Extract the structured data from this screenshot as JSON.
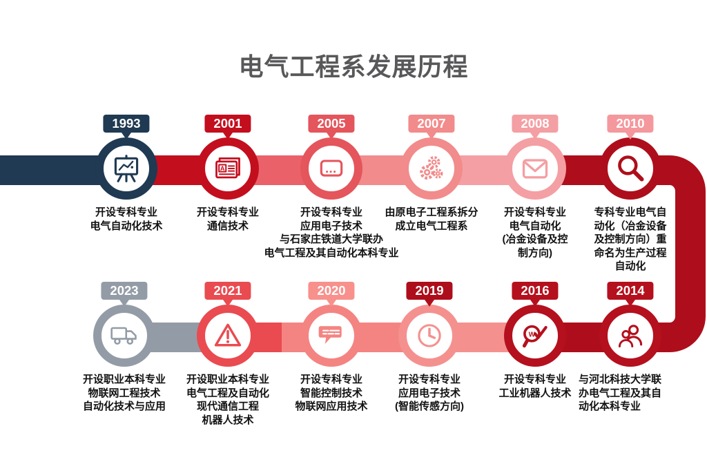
{
  "title": "电气工程系发展历程",
  "palette": {
    "navy": "#1f3a52",
    "red": "#c30e1e",
    "red_mid": "#eb6169",
    "red_2005": "#e4555c",
    "salmon": "#f28b8b",
    "pink": "#f49fa3",
    "dark_red": "#ae0e1b",
    "gray": "#939ca6",
    "red_2021": "#e94b50",
    "salmon_2020": "#f48481",
    "salmon_2019": "#f4918f",
    "title_color": "#58585a"
  },
  "band": {
    "top": [
      "#1f3a52",
      "#c30e1e",
      "#eb6169",
      "#f28b8b",
      "#f49fa3",
      "#ae0e1b"
    ],
    "bottom": [
      "#939ca6",
      "#e94b50",
      "#f48481",
      "#f4918f",
      "#ae0e1b"
    ],
    "connector": "#ae0e1b"
  },
  "timeline": {
    "top": [
      {
        "year": "1993",
        "icon": "presentation-board-icon",
        "badge_color": "#1f3a52",
        "circle_color": "#1f3a52",
        "desc": "开设专科专业\n电气自动化技术"
      },
      {
        "year": "2001",
        "icon": "newspaper-icon",
        "badge_color": "#c30e1e",
        "circle_color": "#c30e1e",
        "desc": "开设专科专业\n通信技术"
      },
      {
        "year": "2005",
        "icon": "storage-drive-icon",
        "badge_color": "#e4555c",
        "circle_color": "#e4555c",
        "desc": "开设专科专业\n应用电子技术\n与石家庄铁道大学联办\n电气工程及其自动化本科专业"
      },
      {
        "year": "2007",
        "icon": "gears-icon",
        "badge_color": "#f28b8b",
        "circle_color": "#f28b8b",
        "desc": "由原电子工程系拆分\n成立电气工程系"
      },
      {
        "year": "2008",
        "icon": "envelope-icon",
        "badge_color": "#f49fa3",
        "circle_color": "#f49fa3",
        "desc": "开设专科专业\n电气自动化\n(冶金设备及控\n制方向)"
      },
      {
        "year": "2010",
        "icon": "magnifier-icon",
        "badge_color": "#f4989d",
        "circle_color": "#ae0e1b",
        "desc": "专科专业电气自\n动化（冶金设备\n及控制方向）重\n命名为生产过程\n自动化"
      }
    ],
    "bottom": [
      {
        "year": "2023",
        "icon": "truck-icon",
        "badge_color": "#939ca6",
        "circle_color": "#939ca6",
        "desc": "开设职业本科专业\n物联网工程技术\n自动化技术与应用"
      },
      {
        "year": "2021",
        "icon": "warning-triangle-icon",
        "badge_color": "#e94b50",
        "circle_color": "#e94b50",
        "desc": "开设职业本科专业\n电气工程及自动化\n现代通信工程\n机器人技术"
      },
      {
        "year": "2020",
        "icon": "chat-bubble-icon",
        "badge_color": "#f8908c",
        "circle_color": "#f48481",
        "desc": "开设专科专业\n智能控制技术\n物联网应用技术"
      },
      {
        "year": "2019",
        "icon": "clock-icon",
        "badge_color": "#ae0e1b",
        "circle_color": "#f4918f",
        "desc": "开设专科专业\n应用电子技术\n(智能传感方向)"
      },
      {
        "year": "2016",
        "icon": "magnifier-check-icon",
        "badge_color": "#b5101d",
        "circle_color": "#b5101d",
        "desc": "开设专科专业\n工业机器人技术"
      },
      {
        "year": "2014",
        "icon": "people-icon",
        "badge_color": "#b5101d",
        "circle_color": "#b5101d",
        "desc": "与河北科技大学联\n办电气工程及其自\n动化本科专业"
      }
    ]
  }
}
